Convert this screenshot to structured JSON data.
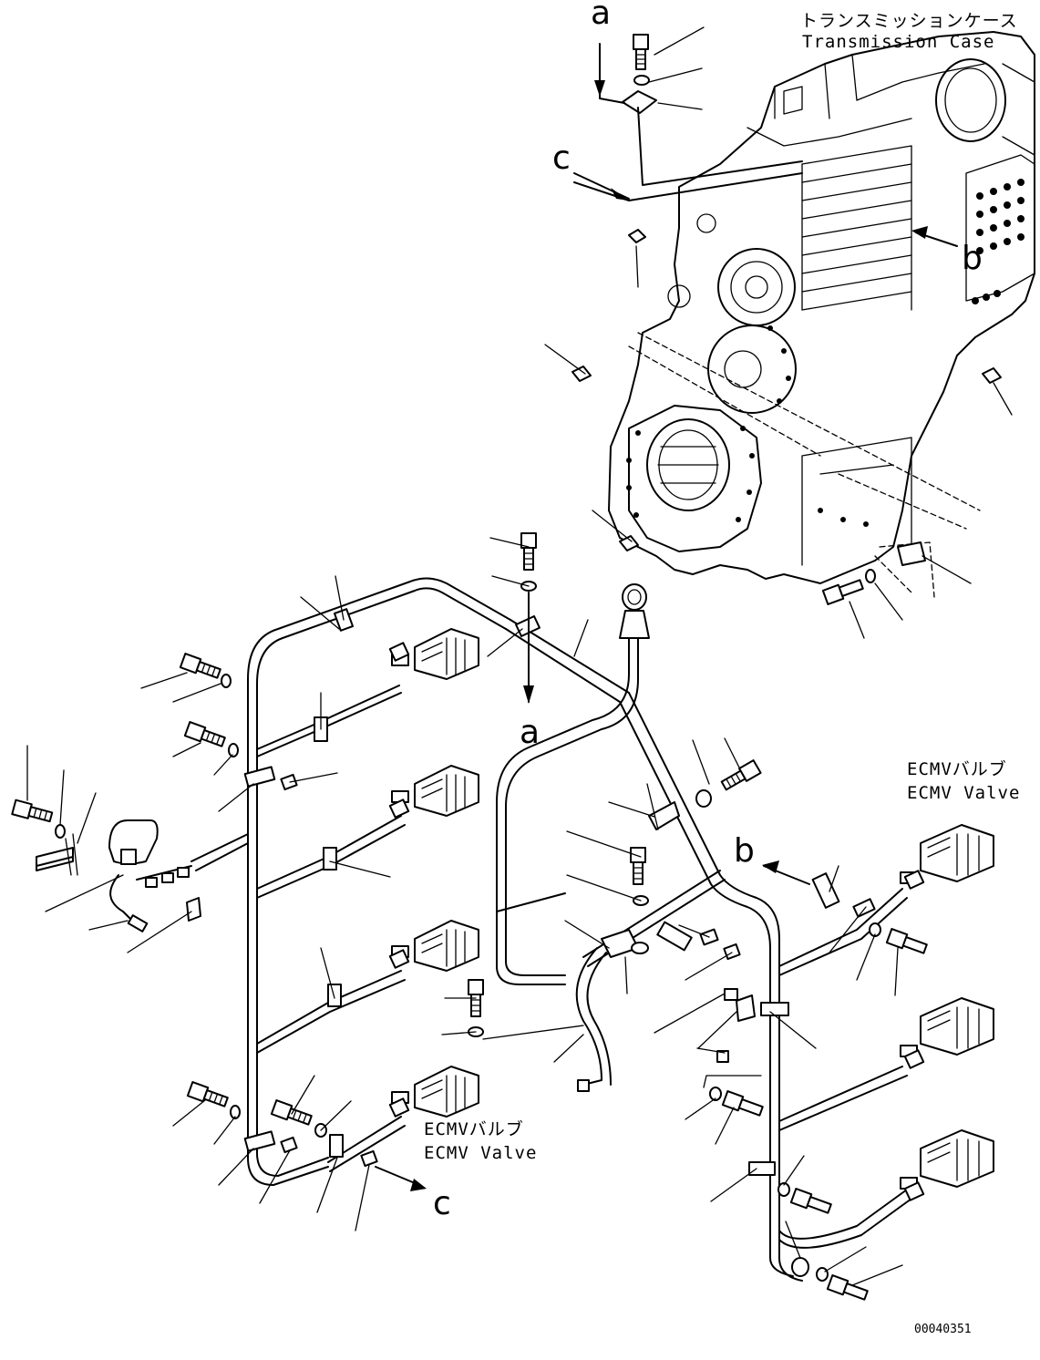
{
  "labels": {
    "transmission_case_jp": "トランスミッションケース",
    "transmission_case_en": "Transmission Case",
    "ecmv_valve_top_jp": "ECMVバルブ",
    "ecmv_valve_top_en": "ECMV Valve",
    "ecmv_valve_bottom_jp": "ECMVバルブ",
    "ecmv_valve_bottom_en": "ECMV Valve"
  },
  "view_markers": {
    "a_top": "a",
    "a_mid": "a",
    "b_right": "b",
    "b_mid": "b",
    "c_top": "c",
    "c_bottom": "c"
  },
  "drawing_number": "00040351"
}
